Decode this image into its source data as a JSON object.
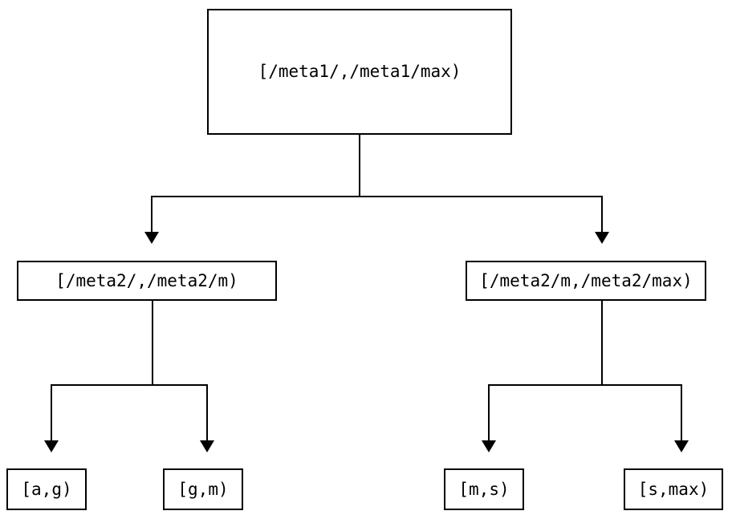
{
  "diagram": {
    "type": "tree",
    "title": "",
    "background_color": "#ffffff",
    "line_color": "#000000",
    "text_color": "#000000",
    "nodes": {
      "root": {
        "label": "[/meta1/,/meta1/max)"
      },
      "level2_left": {
        "label": "[/meta2/,/meta2/m)"
      },
      "level2_right": {
        "label": "[/meta2/m,/meta2/max)"
      },
      "leaf_1": {
        "label": "[a,g)"
      },
      "leaf_2": {
        "label": "[g,m)"
      },
      "leaf_3": {
        "label": "[m,s)"
      },
      "leaf_4": {
        "label": "[s,max)"
      }
    }
  }
}
